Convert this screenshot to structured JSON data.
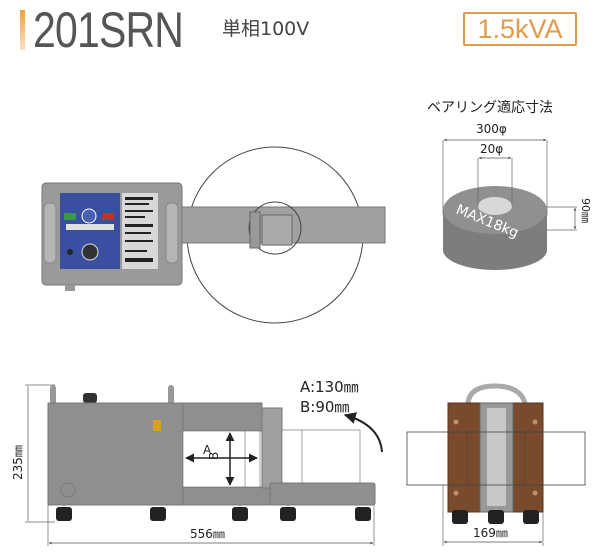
{
  "header": {
    "model": "201SRN",
    "voltage": "単相100V",
    "capacity": "1.5kVA",
    "accent_color": "#e39a4a"
  },
  "bearing": {
    "title": "ベアリング適応寸法",
    "outer_diameter": "300φ",
    "inner_diameter": "20φ",
    "height": "90㎜",
    "max_weight": "MAX18kg"
  },
  "side_view": {
    "a_label": "A",
    "b_label": "B",
    "a_dim": "A:130㎜",
    "b_dim": "B:90㎜",
    "height": "235㎜",
    "width": "556㎜"
  },
  "front_view": {
    "width": "169㎜"
  },
  "colors": {
    "body": "#8f8f8f",
    "panel": "#3a4fa0",
    "coil": "#7a4a2c"
  }
}
